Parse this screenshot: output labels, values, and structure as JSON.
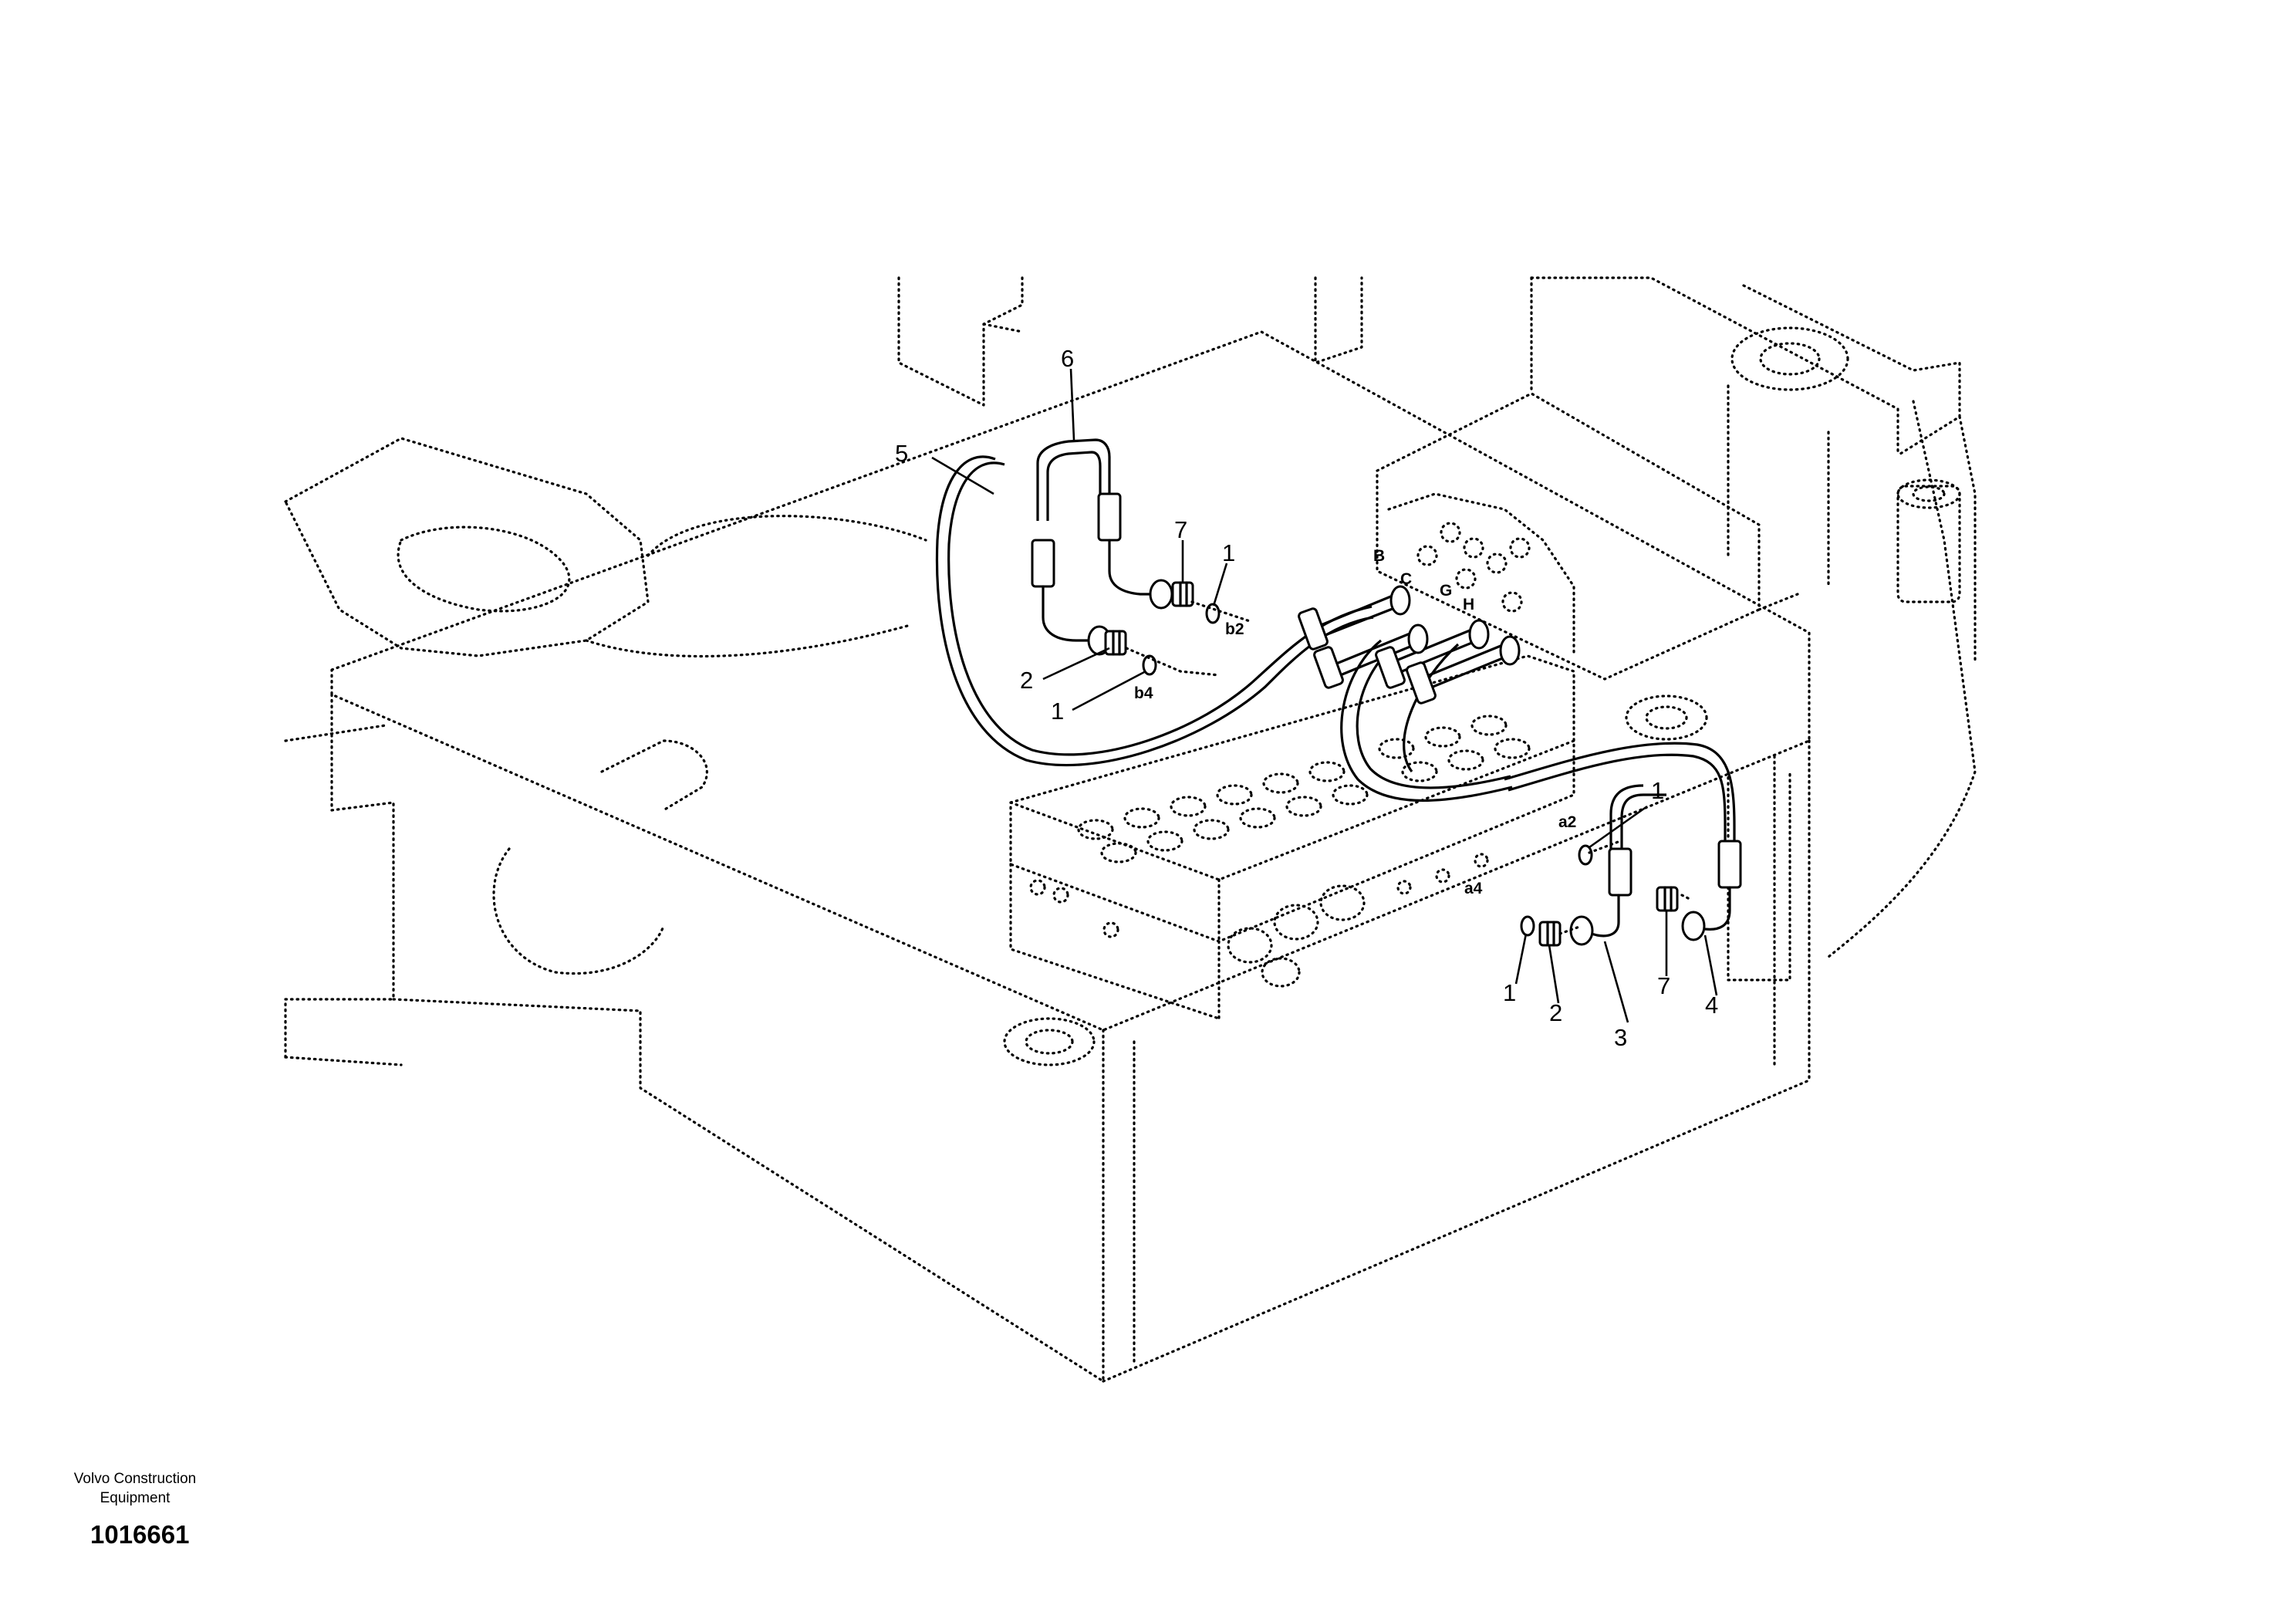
{
  "callouts": {
    "c1a": "1",
    "c1b": "1",
    "c1c": "1",
    "c1d": "1",
    "c2a": "2",
    "c2b": "2",
    "c3": "3",
    "c4": "4",
    "c5": "5",
    "c6": "6",
    "c7a": "7",
    "c7b": "7"
  },
  "ports": {
    "b2": "b2",
    "b4": "b4",
    "a2": "a2",
    "a4": "a4",
    "B": "B",
    "C": "C",
    "G": "G",
    "H": "H"
  },
  "footer": {
    "brand_line1": "Volvo Construction",
    "brand_line2": "Equipment",
    "doc_number": "1016661"
  }
}
